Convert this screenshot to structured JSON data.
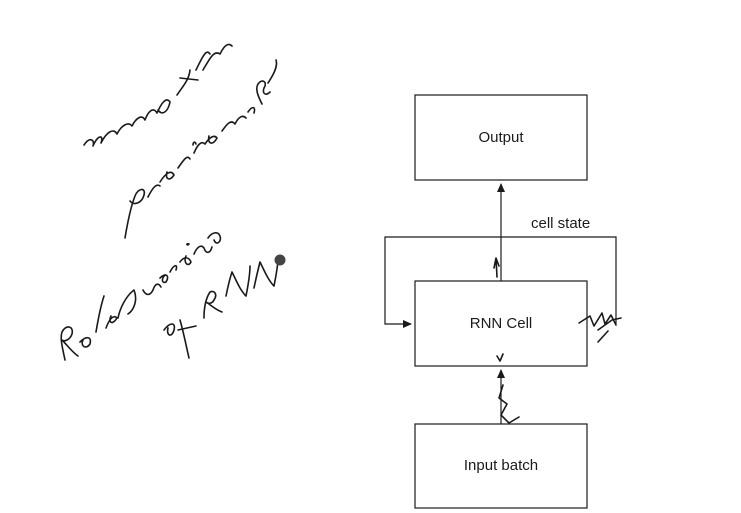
{
  "diagram": {
    "nodes": {
      "output": {
        "label": "Output"
      },
      "rnn_cell": {
        "label": "RNN Cell"
      },
      "input_batch": {
        "label": "Input batch"
      }
    },
    "edges": {
      "recurrent_loop": {
        "label": "cell state"
      }
    }
  },
  "annotations": {
    "handwritten_notes": [
      "memory of the previous cell",
      "Rolled version of RNN"
    ]
  },
  "colors": {
    "stroke": "#1a1a1a",
    "background": "#ffffff",
    "dot": "#444444"
  }
}
